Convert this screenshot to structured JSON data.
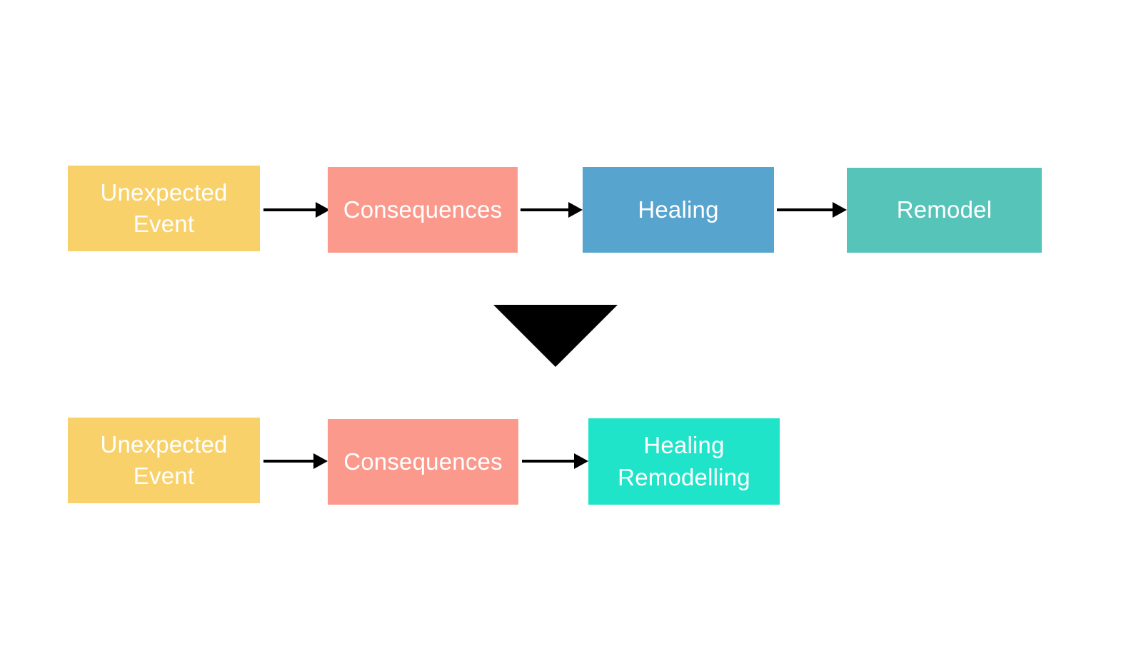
{
  "colors": {
    "background": "#FFFFFF",
    "node_text": "#FFFFFF",
    "arrow": "#000000",
    "transition_triangle": "#000000",
    "node_yellow": "#F8D16B",
    "node_salmon": "#FB9A8C",
    "node_blue": "#57A4CE",
    "node_teal": "#57C4BA",
    "node_turquoise": "#1FE4C9"
  },
  "transition": {
    "symbol": "down-triangle"
  },
  "flows": [
    {
      "name": "before",
      "nodes": [
        {
          "id": "unexpected-event",
          "lines": [
            "Unexpected",
            "Event"
          ],
          "color": "#F8D16B"
        },
        {
          "id": "consequences",
          "lines": [
            "Consequences"
          ],
          "color": "#FB9A8C"
        },
        {
          "id": "healing",
          "lines": [
            "Healing"
          ],
          "color": "#57A4CE"
        },
        {
          "id": "remodel",
          "lines": [
            "Remodel"
          ],
          "color": "#57C4BA"
        }
      ]
    },
    {
      "name": "after",
      "nodes": [
        {
          "id": "unexpected-event",
          "lines": [
            "Unexpected",
            "Event"
          ],
          "color": "#F8D16B"
        },
        {
          "id": "consequences",
          "lines": [
            "Consequences"
          ],
          "color": "#FB9A8C"
        },
        {
          "id": "healing-remodelling",
          "lines": [
            "Healing",
            "Remodelling"
          ],
          "color": "#1FE4C9"
        }
      ]
    }
  ]
}
